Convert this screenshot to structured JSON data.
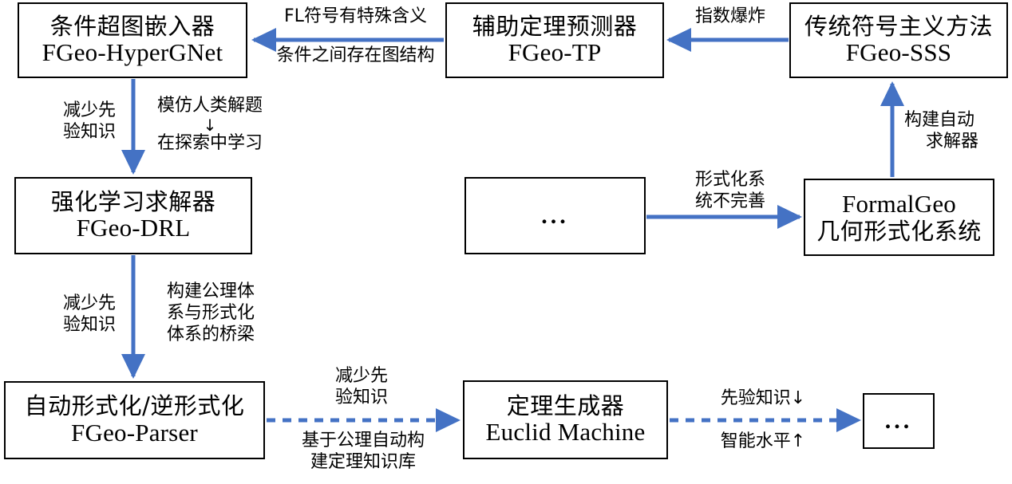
{
  "diagram": {
    "title": "FormalGeo research roadmap flowchart",
    "accent_color": "#4472C4",
    "border_color": "#000000",
    "background": "#ffffff",
    "nodes": [
      {
        "id": "hypergnet",
        "cn": "条件超图嵌入器",
        "en": "FGeo-HyperGNet"
      },
      {
        "id": "tp",
        "cn": "辅助定理预测器",
        "en": "FGeo-TP"
      },
      {
        "id": "sss",
        "cn": "传统符号主义方法",
        "en": "FGeo-SSS"
      },
      {
        "id": "drl",
        "cn": "强化学习求解器",
        "en": "FGeo-DRL"
      },
      {
        "id": "ellipsis_mid",
        "dots": "..."
      },
      {
        "id": "formalgeo",
        "en": "FormalGeo",
        "cn": "几何形式化系统"
      },
      {
        "id": "parser",
        "cn": "自动形式化/逆形式化",
        "en": "FGeo-Parser"
      },
      {
        "id": "euclid",
        "cn": "定理生成器",
        "en": "Euclid Machine"
      },
      {
        "id": "ellipsis_end",
        "dots": "..."
      }
    ],
    "edge_labels": [
      {
        "id": "sss-to-tp",
        "lines": [
          "指数爆炸"
        ]
      },
      {
        "id": "tp-to-hypergnet",
        "lines": [
          "FL符号有特殊含义",
          "条件之间存在图结构"
        ]
      },
      {
        "id": "formalgeo-to-sss",
        "lines": [
          "构建自动",
          "求解器"
        ]
      },
      {
        "id": "ellipsis-to-formalgeo",
        "lines": [
          "形式化系",
          "统不完善"
        ]
      },
      {
        "id": "hypergnet-to-drl-left",
        "lines": [
          "减少先",
          "验知识"
        ]
      },
      {
        "id": "hypergnet-to-drl-right",
        "lines": [
          "模仿人类解题",
          "↓",
          "在探索中学习"
        ]
      },
      {
        "id": "drl-to-parser-left",
        "lines": [
          "减少先",
          "验知识"
        ]
      },
      {
        "id": "drl-to-parser-right",
        "lines": [
          "构建公理体",
          "系与形式化",
          "体系的桥梁"
        ]
      },
      {
        "id": "parser-to-euclid-above",
        "lines": [
          "减少先",
          "验知识"
        ]
      },
      {
        "id": "parser-to-euclid-below",
        "lines": [
          "基于公理自动构",
          "建定理知识库"
        ]
      },
      {
        "id": "euclid-to-ellipsis-above",
        "lines": [
          "先验知识↓"
        ]
      },
      {
        "id": "euclid-to-ellipsis-below",
        "lines": [
          "智能水平↑"
        ]
      }
    ]
  }
}
